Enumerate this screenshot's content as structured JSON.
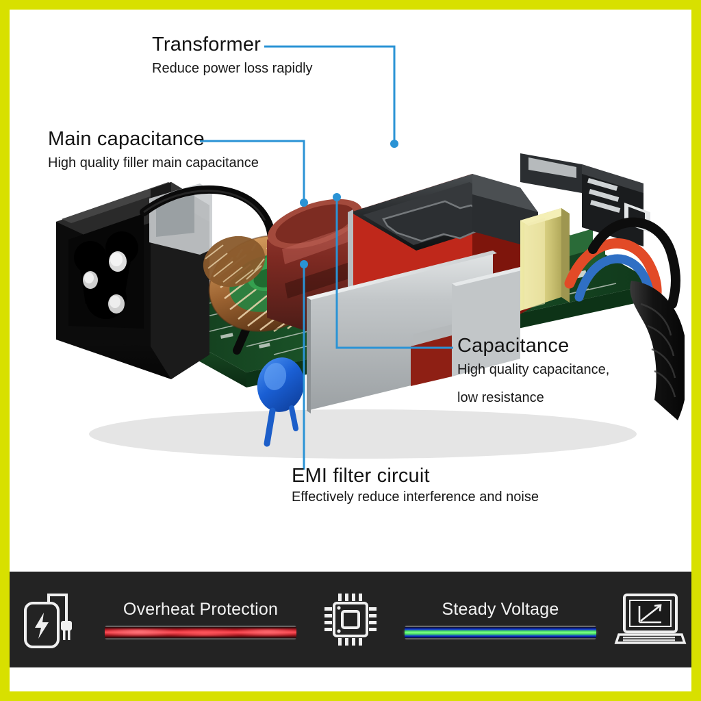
{
  "frame": {
    "border_color": "#d8e000",
    "background": "#ffffff"
  },
  "callouts": [
    {
      "id": "transformer",
      "title": "Transformer",
      "subtitle": "Reduce power loss rapidly",
      "subtitle2": ""
    },
    {
      "id": "main-capacitance",
      "title": "Main capacitance",
      "subtitle": "High quality filler main capacitance",
      "subtitle2": ""
    },
    {
      "id": "capacitance",
      "title": "Capacitance",
      "subtitle": "High quality capacitance,",
      "subtitle2": "low resistance"
    },
    {
      "id": "emi-filter-circuit",
      "title": "EMI filter circuit",
      "subtitle": "Effectively reduce interference and noise",
      "subtitle2": ""
    }
  ],
  "leader_line": {
    "color": "#2a93d5",
    "width": 3
  },
  "photo": {
    "subject": "power-adapter-internal-pcb",
    "parts": [
      {
        "name": "ac-inlet-socket",
        "color": "#111111"
      },
      {
        "name": "main-capacitor",
        "color": "#7a2a22"
      },
      {
        "name": "toroid-choke",
        "color": "#9a6434"
      },
      {
        "name": "green-bobbin",
        "color": "#2a7f3e"
      },
      {
        "name": "blue-disc-capacitor",
        "color": "#1b62d8"
      },
      {
        "name": "heatsink",
        "color": "#b9bcbe"
      },
      {
        "name": "pcb-board",
        "color": "#15421f"
      },
      {
        "name": "transformer",
        "color": "#3a3d40"
      },
      {
        "name": "yellow-film-capacitor",
        "color": "#e3dd92"
      },
      {
        "name": "output-cable",
        "color": "#141414"
      },
      {
        "name": "wire-red",
        "color": "#e0492a"
      },
      {
        "name": "wire-blue",
        "color": "#2f6fc4"
      }
    ]
  },
  "feature_bar": {
    "background": "#232323",
    "items": [
      {
        "icon": "battery-charger-icon",
        "type": "icon"
      },
      {
        "label": "Overheat Protection",
        "type": "label",
        "glow": "red"
      },
      {
        "icon": "chip-icon",
        "type": "icon"
      },
      {
        "label": "Steady Voltage",
        "type": "label",
        "glow": "blue"
      },
      {
        "icon": "laptop-chart-icon",
        "type": "icon"
      }
    ]
  }
}
